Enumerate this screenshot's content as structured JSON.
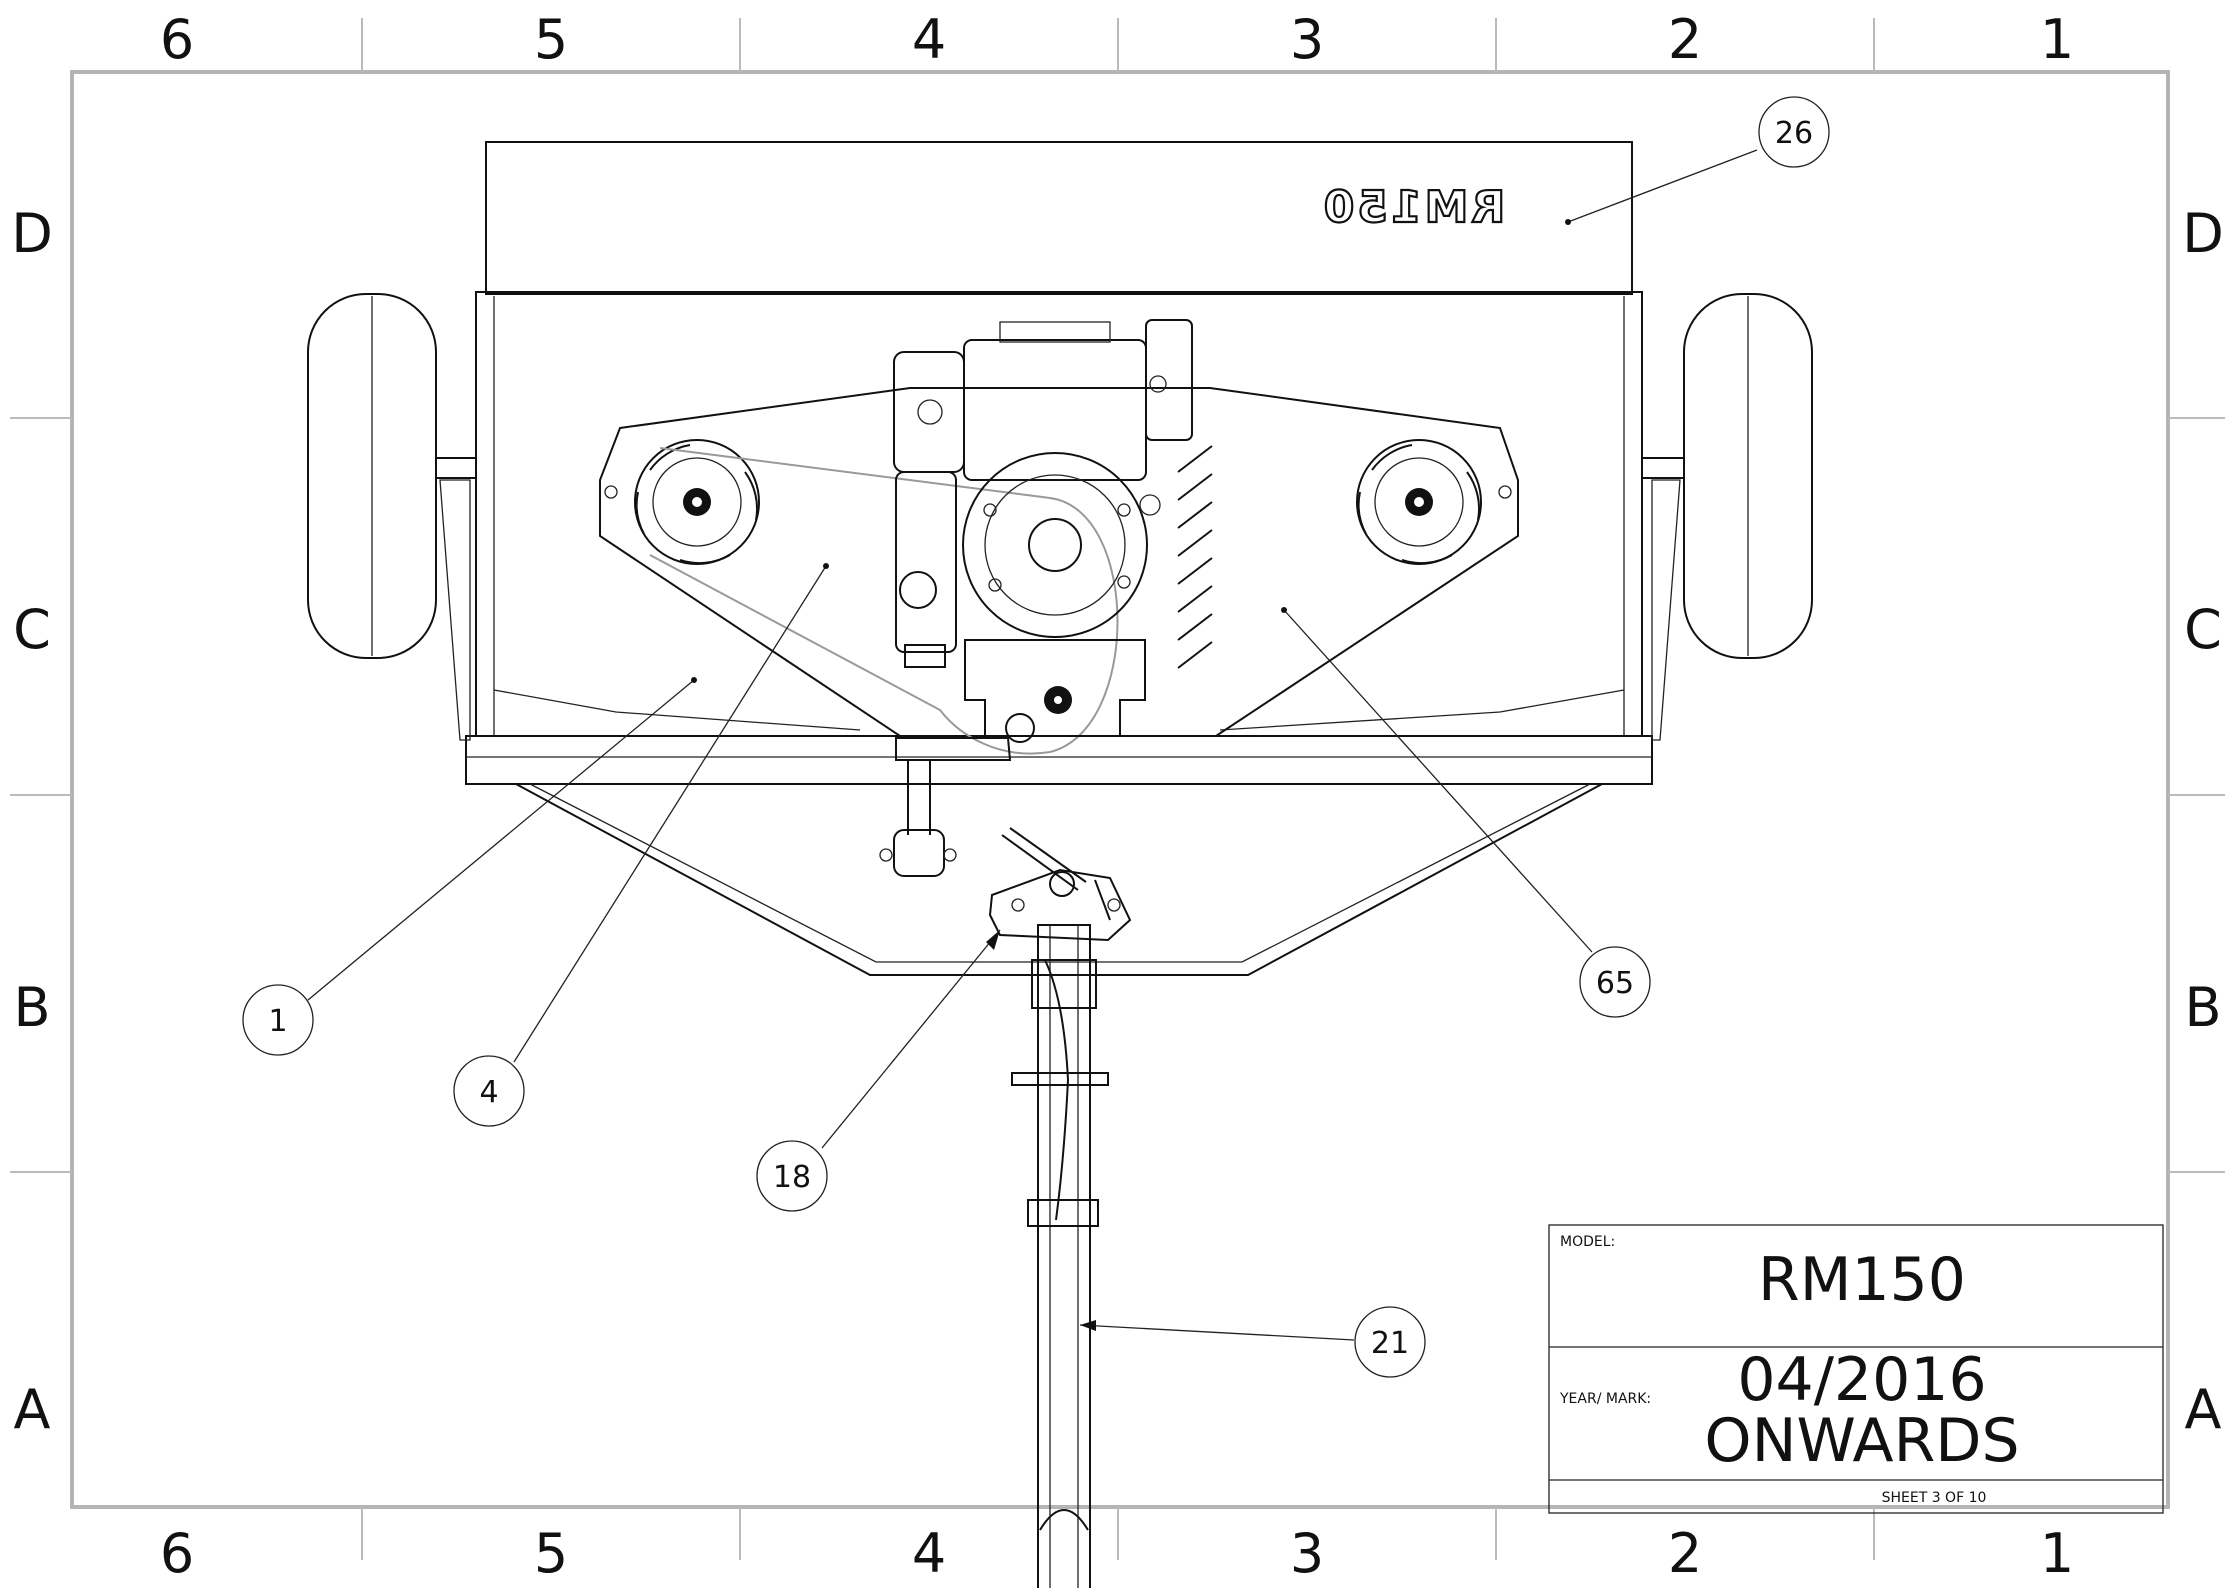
{
  "border": {
    "columns": [
      "6",
      "5",
      "4",
      "3",
      "2",
      "1"
    ],
    "rows": [
      "D",
      "C",
      "B",
      "A"
    ]
  },
  "part_text": "RM150",
  "balloons": [
    {
      "id": "26",
      "label": "26"
    },
    {
      "id": "1",
      "label": "1"
    },
    {
      "id": "4",
      "label": "4"
    },
    {
      "id": "18",
      "label": "18"
    },
    {
      "id": "21",
      "label": "21"
    },
    {
      "id": "65",
      "label": "65"
    }
  ],
  "title_block": {
    "model_label": "MODEL:",
    "model_value": "RM150",
    "year_label": "YEAR/ MARK:",
    "year_line1": "04/2016",
    "year_line2": "ONWARDS",
    "sheet": "SHEET 3 OF 10"
  },
  "colors": {
    "line": "#111111",
    "frame": "#b5b5b5",
    "belt": "#999999",
    "background": "#ffffff"
  }
}
